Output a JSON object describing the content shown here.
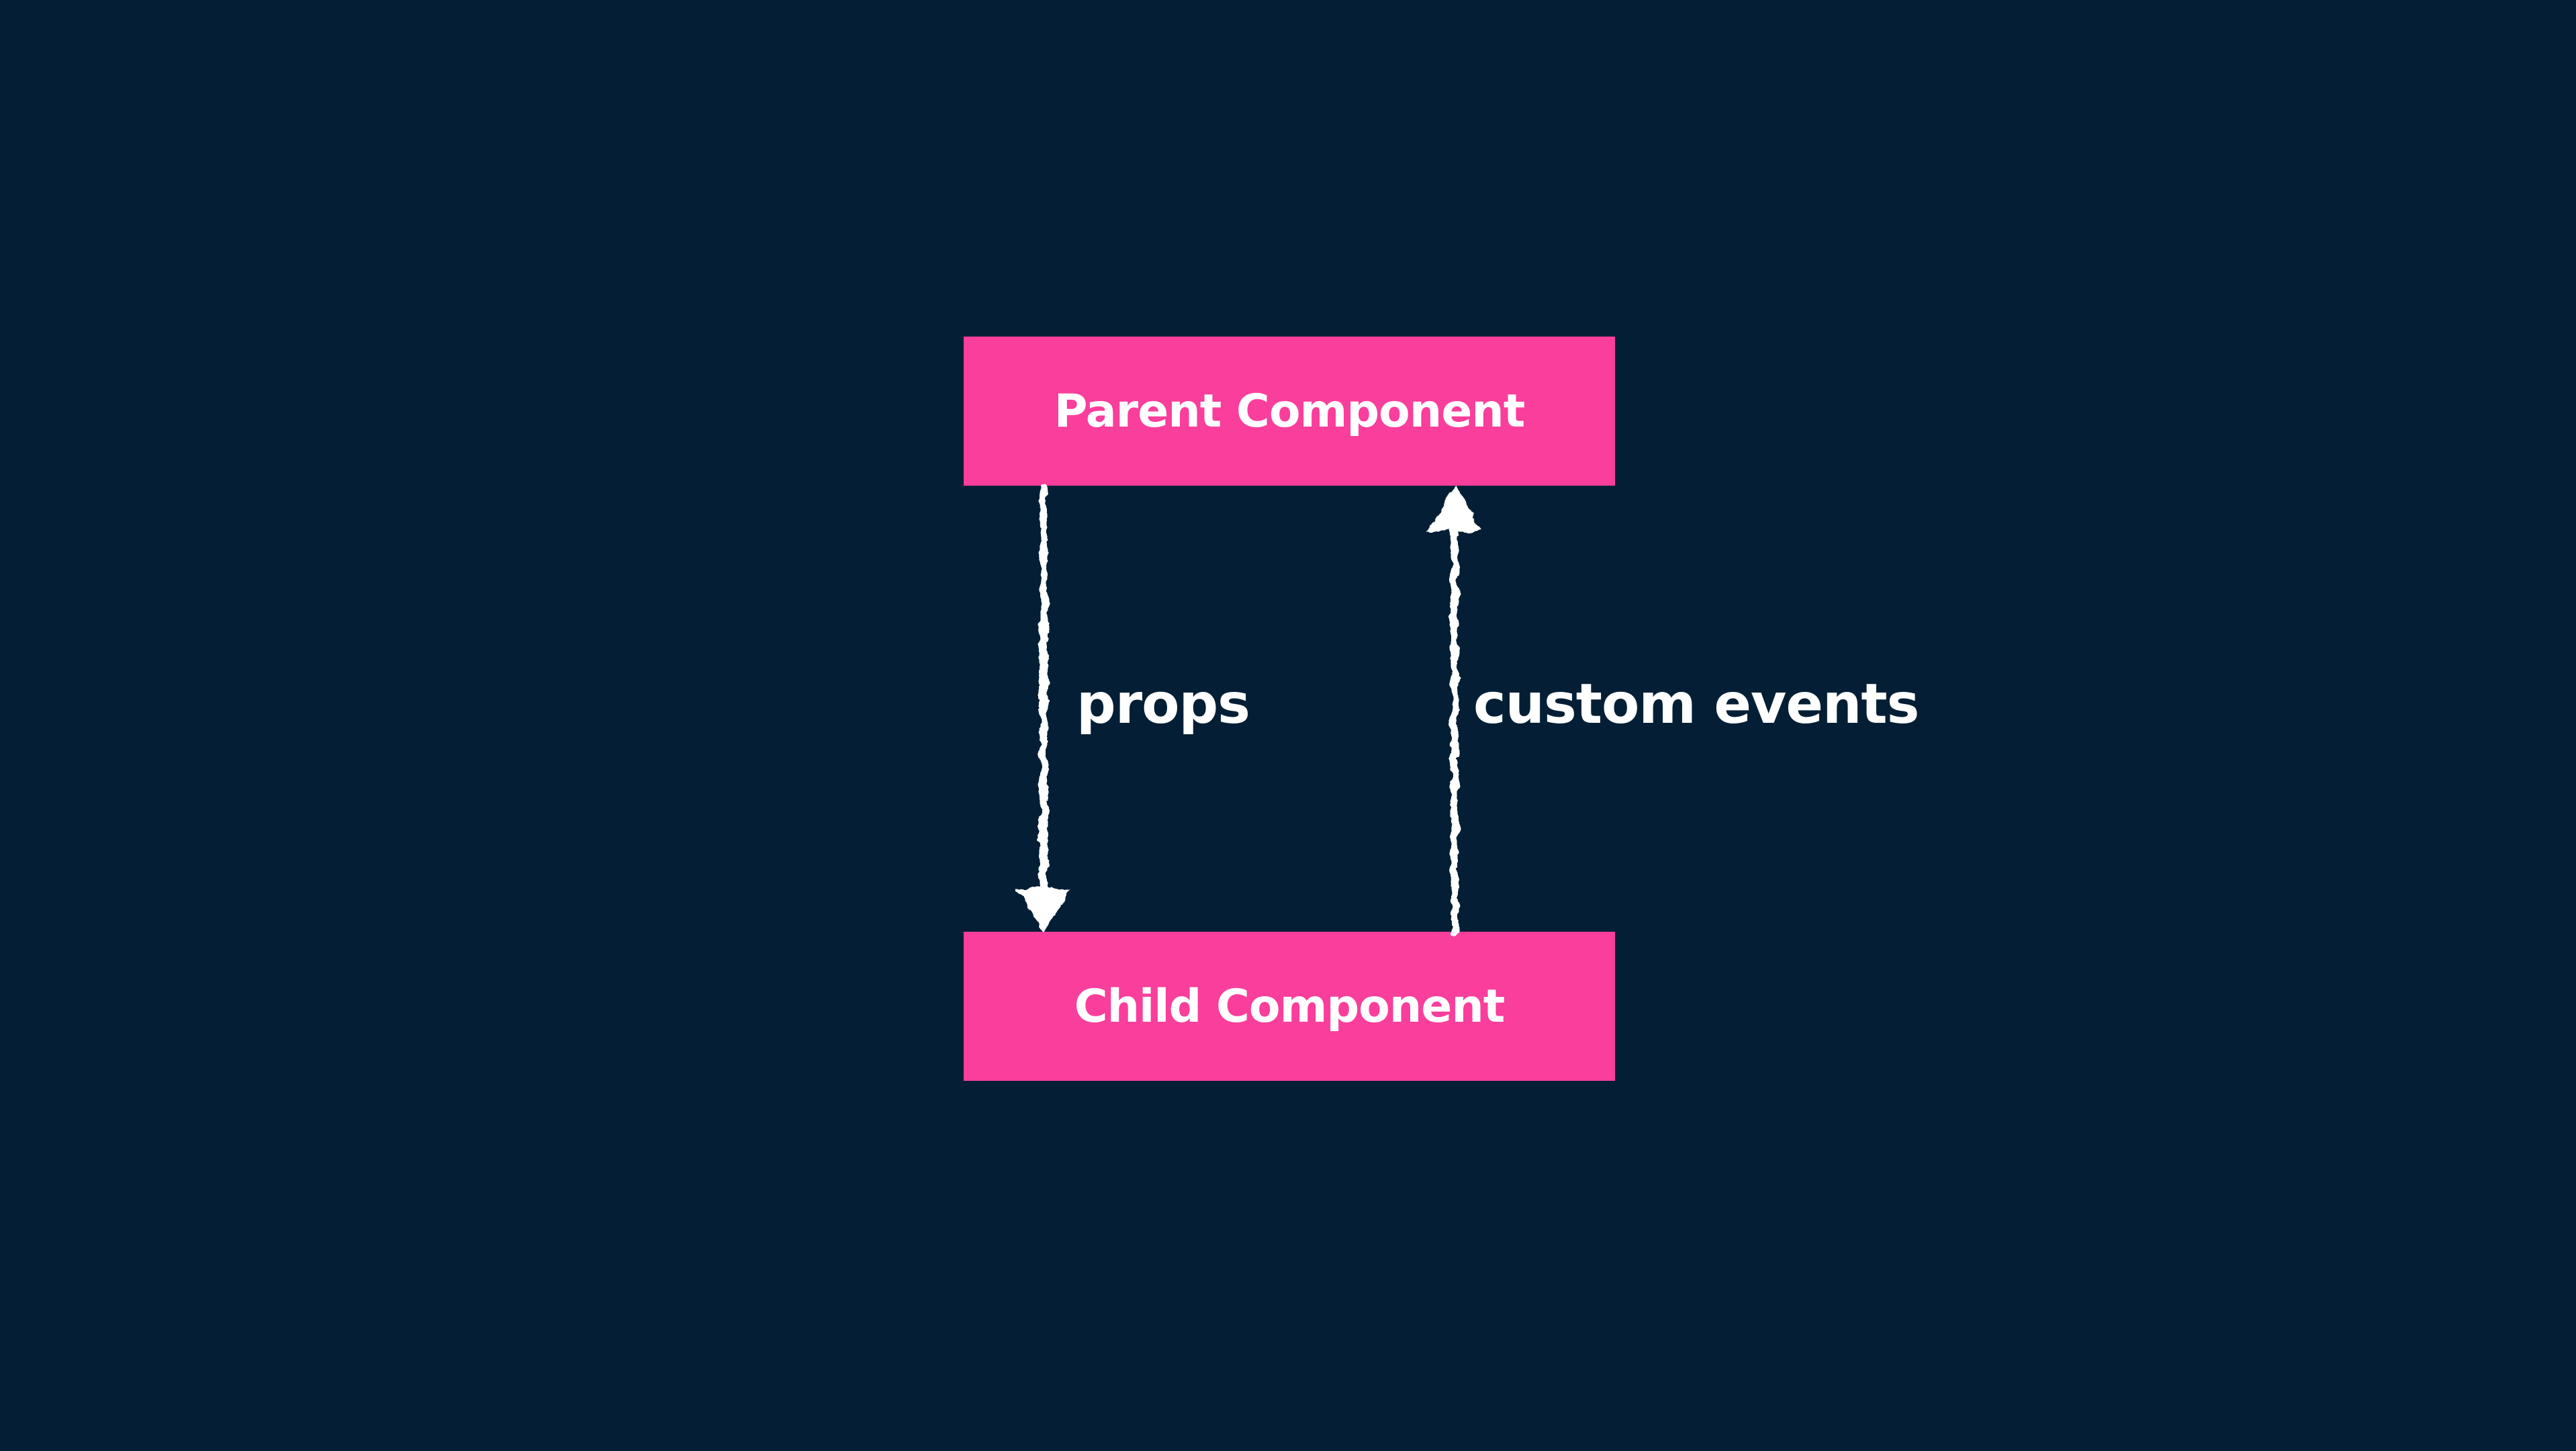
{
  "colors": {
    "background": "#041F35",
    "box_fill": "#F93E9B",
    "box_text": "#FFFFFF",
    "arrow": "#FFFFFF",
    "arrow_label_text": "#FFFFFF"
  },
  "diagram": {
    "parent_box": {
      "label": "Parent Component"
    },
    "child_box": {
      "label": "Child Component"
    },
    "props_arrow": {
      "label": "props",
      "direction": "down"
    },
    "custom_events_arrow": {
      "label": "custom events",
      "direction": "up"
    }
  }
}
